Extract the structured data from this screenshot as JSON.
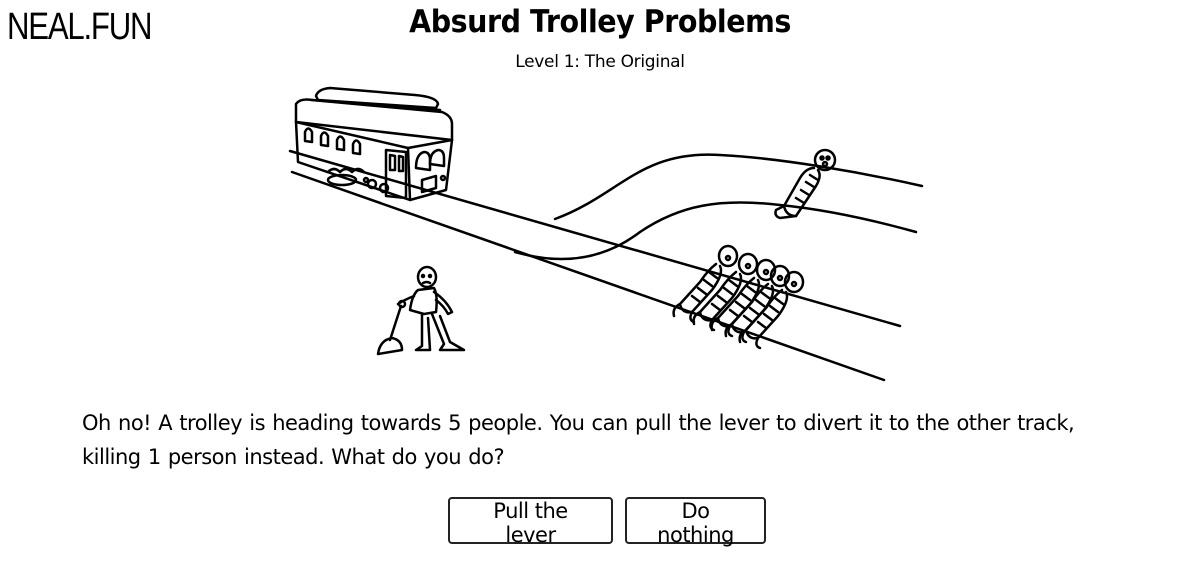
{
  "site": {
    "logo": "NEAL.FUN"
  },
  "game": {
    "title": "Absurd Trolley Problems",
    "level": "Level 1: The Original",
    "question": "Oh no! A trolley is heading towards 5 people. You can pull the lever to divert it to the other track, killing 1 person instead. What do you do?"
  },
  "choices": {
    "pull_label": "Pull the lever",
    "nothing_label": "Do nothing"
  },
  "scene": {
    "people_on_main_track": 5,
    "people_on_side_track": 1,
    "icons": [
      "trolley-icon",
      "lever-person-icon",
      "lever-icon",
      "tied-person-icon"
    ]
  }
}
